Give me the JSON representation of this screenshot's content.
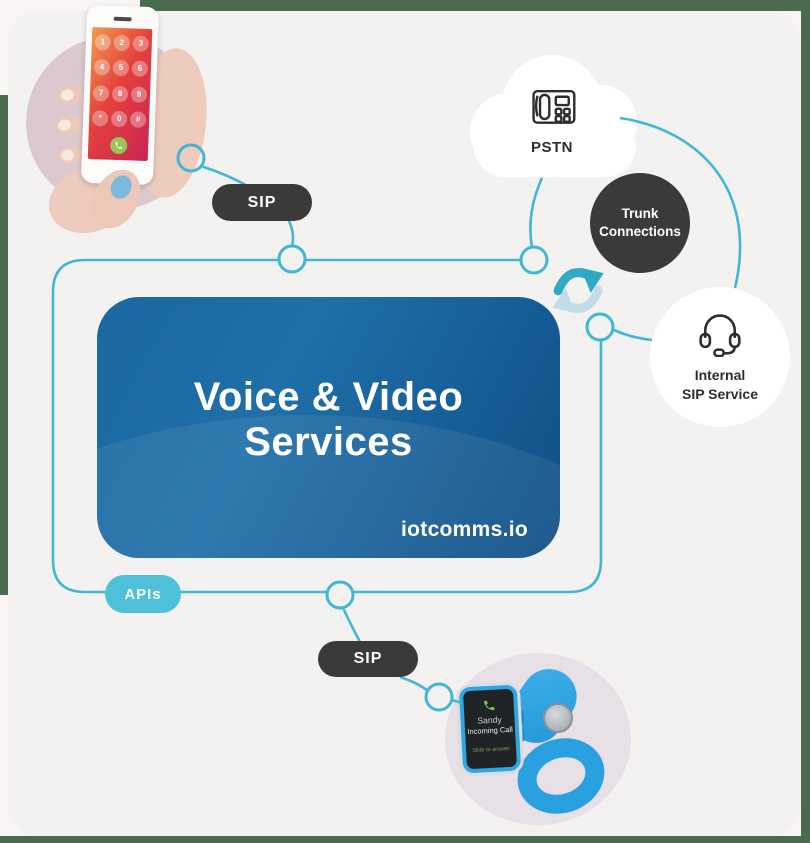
{
  "colors": {
    "accent_teal": "#42b6d5",
    "dark_label_bg": "#3b3a39",
    "teal_pill_bg": "#4fc0da",
    "box_blue_light": "#1f6fa9",
    "box_blue_dark": "#0f4e85",
    "frame_green": "#4a6b4e",
    "card_bg": "#f3f2f0",
    "page_bg": "#f8f5f4",
    "sync_arrow_teal": "#2fa9c4",
    "sync_arrow_light": "#c3dde8"
  },
  "main_box": {
    "title_line1": "Voice & Video",
    "title_line2": "Services",
    "brand": "iotcomms.io"
  },
  "connectors": {
    "sip_top": "SIP",
    "sip_bottom": "SIP",
    "apis": "APIs"
  },
  "pstn": {
    "label": "PSTN"
  },
  "trunk": {
    "line1": "Trunk",
    "line2": "Connections"
  },
  "internal_sip": {
    "line1": "Internal",
    "line2": "SIP Service"
  },
  "phone_photo": {
    "keypad": [
      "1",
      "2",
      "3",
      "4",
      "5",
      "6",
      "7",
      "8",
      "9",
      "*",
      "0",
      "#"
    ]
  },
  "watch": {
    "caller": "Sandy",
    "status": "Incoming Call",
    "action": "Slide to answer"
  }
}
